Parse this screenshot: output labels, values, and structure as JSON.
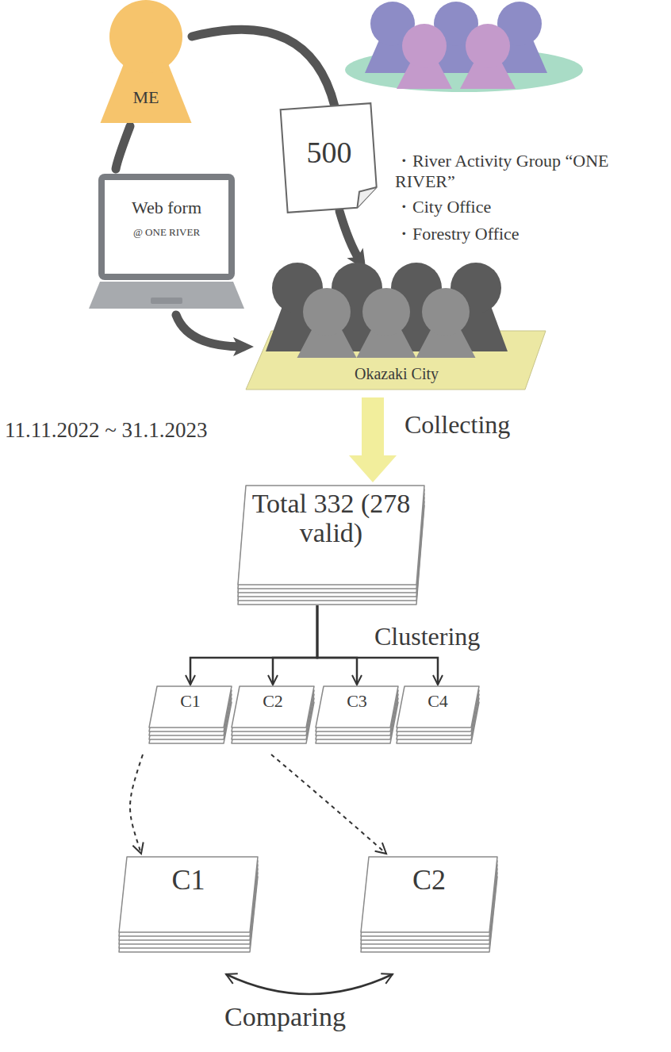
{
  "diagram": {
    "nodes": [
      {
        "text": [
          "ME"
        ]
      },
      {
        "text": [
          "・River Activity Group “ONE RIVER”",
          "・City Office",
          "・Forestry Office"
        ]
      },
      {
        "text": [
          "500"
        ]
      },
      {
        "text": [
          "Web form",
          "@ ONE RIVER"
        ]
      },
      {
        "text": [
          "Okazaki City"
        ]
      },
      {
        "text": [
          "Total 332 (278 valid)"
        ]
      },
      {
        "text": [
          "C1"
        ]
      },
      {
        "text": [
          "C2"
        ]
      },
      {
        "text": [
          "C3"
        ]
      },
      {
        "text": [
          "C4"
        ]
      },
      {
        "text": [
          "C1"
        ]
      },
      {
        "text": [
          "C2"
        ]
      }
    ],
    "edges": [
      {
        "from": 0,
        "to": 2,
        "arrow": "none"
      },
      {
        "from": 2,
        "to": 4,
        "arrow": "to"
      },
      {
        "from": 0,
        "to": 3,
        "arrow": "none"
      },
      {
        "from": 3,
        "to": 4,
        "arrow": "to"
      },
      {
        "from": 4,
        "to": 5,
        "label": "Collecting",
        "arrow": "to"
      },
      {
        "from": 5,
        "to": 6,
        "arrow": "to"
      },
      {
        "from": 5,
        "to": 7,
        "arrow": "to"
      },
      {
        "from": 5,
        "to": 8,
        "arrow": "to"
      },
      {
        "from": 5,
        "to": 9,
        "arrow": "to"
      },
      {
        "from": 6,
        "to": 10,
        "arrow": "to"
      },
      {
        "from": 7,
        "to": 11,
        "arrow": "to"
      },
      {
        "from": 10,
        "to": 11,
        "arrow": "both"
      }
    ],
    "labels": [
      "11.11.2022 ~ 31.1.2023",
      "Clustering",
      "Comparing"
    ]
  }
}
